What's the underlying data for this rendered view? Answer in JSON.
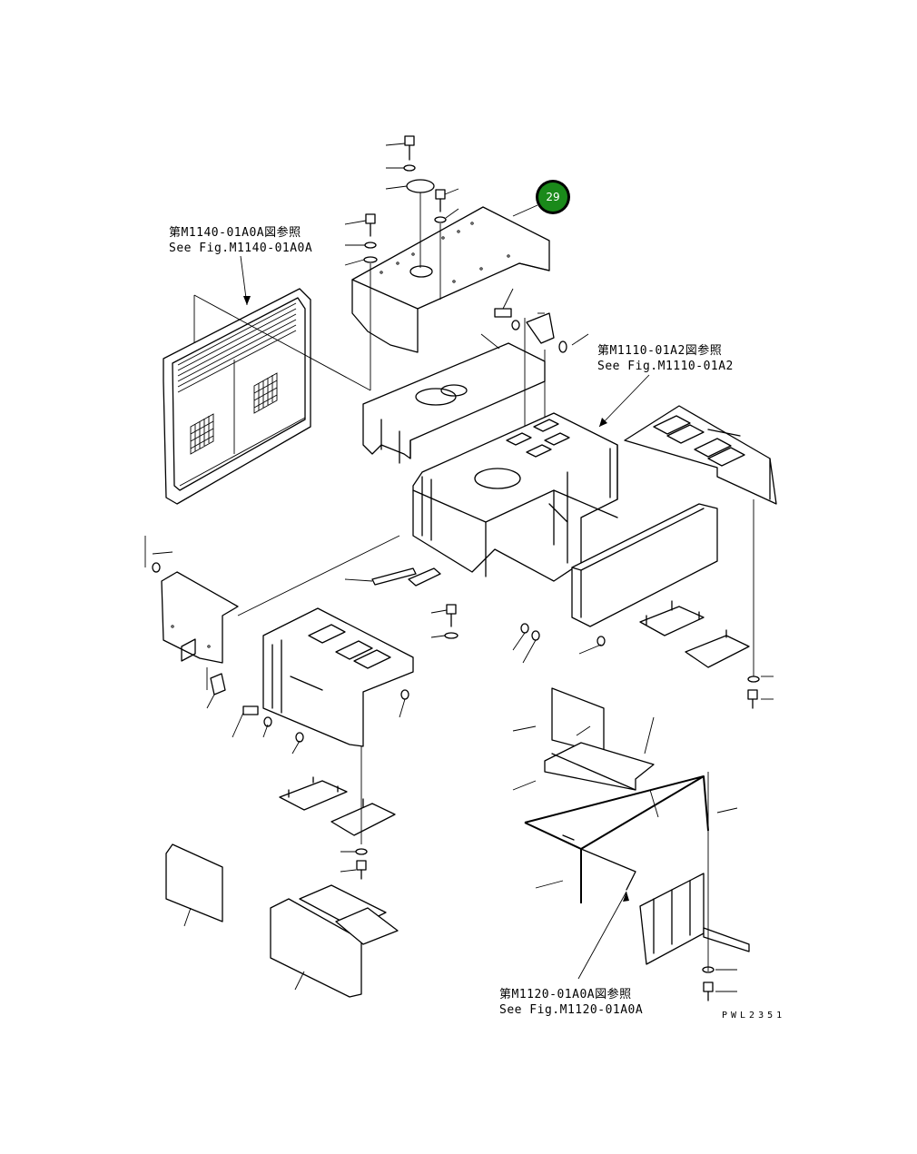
{
  "references": [
    {
      "jp": "第M1140-01A0A図参照",
      "en": "See Fig.M1140-01A0A"
    },
    {
      "jp": "第M1110-01A2図参照",
      "en": "See Fig.M1110-01A2"
    },
    {
      "jp": "第M1120-01A0A図参照",
      "en": "See Fig.M1120-01A0A"
    }
  ],
  "callout": {
    "number": "29",
    "color": "#1a8a1a",
    "ring": "#000000"
  },
  "drawing_code": "PWL2351"
}
